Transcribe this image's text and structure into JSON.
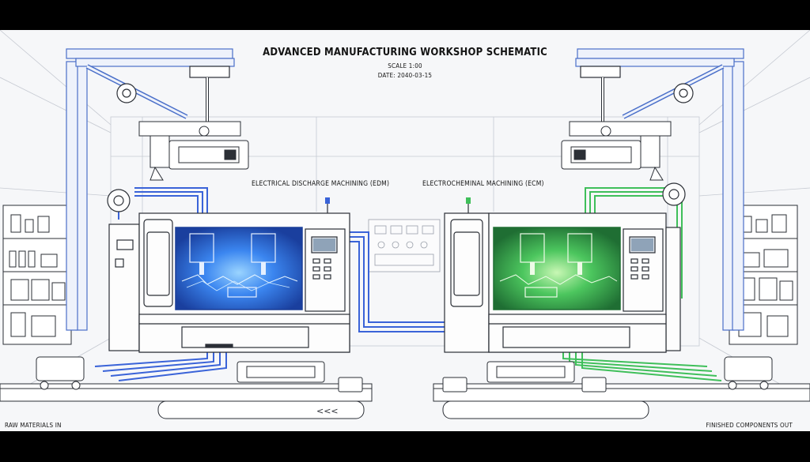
{
  "header": {
    "title": "ADVANCED MANUFACTURING WORKSHOP SCHEMATIC",
    "scale": "SCALE 1:00",
    "date": "DATE: 2040-03-15"
  },
  "machines": {
    "edm_label": "ELECTRICAL DISCHARGE MACHINING (EDM)",
    "ecm_label": "ELECTROCHEMINAL MACHINING (ECM)"
  },
  "conveyor": {
    "input_label": "RAW MATERIALS IN",
    "output_label": "FINISHED COMPONENTS OUT"
  },
  "colors": {
    "edm_accent": "#3a63d8",
    "ecm_accent": "#3fbf5a",
    "line": "#2b2f36",
    "frame": "#5b7fd0"
  }
}
